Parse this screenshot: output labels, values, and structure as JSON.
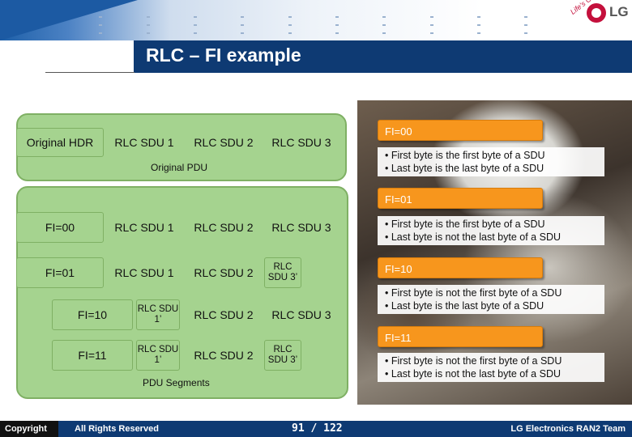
{
  "header": {
    "logo_text": "LG",
    "logo_slogan": "Life's Good",
    "title": "RLC – FI example"
  },
  "original": {
    "hdr_label": "Original HDR",
    "sdus": [
      "RLC SDU 1",
      "RLC SDU 2",
      "RLC SDU 3"
    ],
    "pdu_label": "Original PDU"
  },
  "segments": {
    "rows": [
      {
        "fi": "FI=00",
        "cells": [
          "RLC SDU 1",
          "RLC SDU 2",
          "RLC SDU 3"
        ]
      },
      {
        "fi": "FI=01",
        "cells": [
          "RLC SDU 1",
          "RLC SDU 2",
          "RLC SDU 3’"
        ]
      },
      {
        "fi": "FI=10",
        "cells": [
          "RLC SDU 1’",
          "RLC SDU 2",
          "RLC SDU 3"
        ]
      },
      {
        "fi": "FI=11",
        "cells": [
          "RLC SDU 1’",
          "RLC SDU 2",
          "RLC SDU 3’"
        ]
      }
    ],
    "label": "PDU Segments"
  },
  "fi_info": [
    {
      "header": "FI=00",
      "lines": [
        "First byte is the first byte of a SDU",
        "Last byte is the last byte of a SDU"
      ]
    },
    {
      "header": "FI=01",
      "lines": [
        "First byte is the first byte of a SDU",
        "Last byte is not the last byte of a SDU"
      ]
    },
    {
      "header": "FI=10",
      "lines": [
        "First byte is not the first byte of a SDU",
        "Last byte is the last byte of a SDU"
      ]
    },
    {
      "header": "FI=11",
      "lines": [
        "First byte is not the first byte of a SDU",
        "Last byte is not the last byte of a SDU"
      ]
    }
  ],
  "footer": {
    "copyright": "Copyright",
    "rights": "All Rights Reserved",
    "page": "91 / 122",
    "team": "LG Electronics RAN2 Team"
  },
  "colors": {
    "navy": "#0e3a73",
    "green": "#a5d38f",
    "orange": "#f7961d",
    "lg_red": "#c4103c"
  }
}
